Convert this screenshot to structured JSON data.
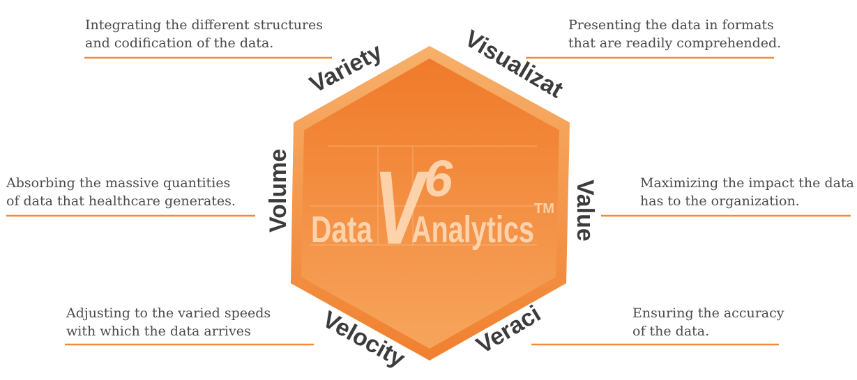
{
  "colors": {
    "hex_outer_top": "#f7b06a",
    "hex_outer_bottom": "#f08030",
    "hex_inner_top": "#f07a2a",
    "hex_inner_bottom": "#f6a55c",
    "rule_line": "#f08a35",
    "label_text": "#3c3c3c",
    "desc_text": "#4a4a4a",
    "logo_text": "#ffe0c2"
  },
  "logo": {
    "word_left": "Data",
    "letter": "V",
    "superscript": "6",
    "word_right": "Analytics",
    "trademark": "TM"
  },
  "sides": [
    {
      "id": "variety",
      "label": "Variety",
      "description": [
        "Integrating the different structures",
        "and codification of the data."
      ]
    },
    {
      "id": "visualization",
      "label": "Visualization",
      "description": [
        "Presenting the data in formats",
        "that are readily comprehended."
      ]
    },
    {
      "id": "volume",
      "label": "Volume",
      "description": [
        "Absorbing the massive quantities",
        "of data that healthcare generates."
      ]
    },
    {
      "id": "value",
      "label": "Value",
      "description": [
        "Maximizing the impact the data",
        "has to the organization."
      ]
    },
    {
      "id": "velocity",
      "label": "Velocity",
      "description": [
        "Adjusting to the varied speeds",
        "with which the data arrives"
      ]
    },
    {
      "id": "veracity",
      "label": "Veracity",
      "description": [
        "Ensuring the accuracy",
        "of the data."
      ]
    }
  ]
}
